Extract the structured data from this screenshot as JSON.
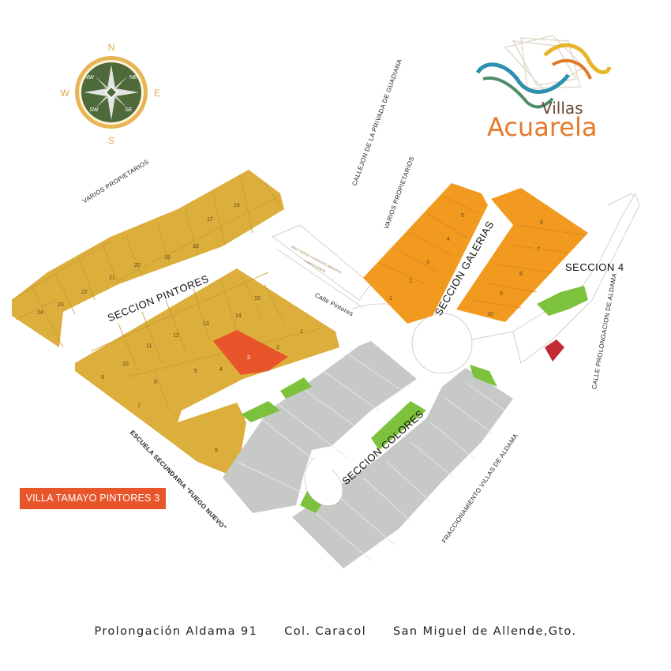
{
  "brand": {
    "line1": "Villas",
    "line2": "Acuarela"
  },
  "compass": {
    "n": "N",
    "s": "S",
    "e": "E",
    "w": "W",
    "nw": "NW",
    "ne": "NE",
    "sw": "SW",
    "se": "SE"
  },
  "sections": {
    "pintores": "SECCION PINTORES",
    "galerias": "SECCION GALERIAS",
    "colores": "SECCION COLORES",
    "cuatro": "SECCION 4"
  },
  "streets": {
    "calle_pintores": "Calle Pintores",
    "callejon": "CALLEJON DE LA PRIVADA DE GUADIANA",
    "varios1": "VARIOS PROPIETARIOS",
    "varios2": "VARIOS PROPIETARIOS",
    "escuela": "ESCUELA SECUNDARIA \"FUEGO NUEVO\"",
    "fracc": "FRACCIONAMIENTO VILLAS DE ALDAMA",
    "aldama": "CALLE PROLONGACION DE ALDAMA",
    "area_verde": "AREA VERDE Y ESPACIOS ABIERTOS",
    "area_comun": "Y AREA COMUN"
  },
  "highlight": {
    "label": "VILLA TAMAYO PINTORES 3",
    "color": "#e8552a"
  },
  "footer": {
    "address": "Prolongación Aldama 91",
    "colonia": "Col. Caracol",
    "city": "San Miguel de Allende,Gto."
  },
  "colors": {
    "pintores": "#dcae3c",
    "galerias": "#f29a1f",
    "colores": "#c7c9c7",
    "green": "#7cc23c",
    "road": "#ffffff"
  },
  "lots": {
    "pintores_north": [
      "24",
      "23",
      "22",
      "21",
      "20",
      "19",
      "18",
      "17",
      "16"
    ],
    "pintores_south_upper": [
      "15",
      "14",
      "13",
      "12",
      "11",
      "10",
      "9"
    ],
    "pintores_south_lower": [
      "1",
      "2",
      "3",
      "4",
      "5",
      "6",
      "7",
      "8"
    ],
    "galerias_west": [
      "1",
      "2",
      "3",
      "4",
      "5"
    ],
    "galerias_east": [
      "10",
      "9",
      "8",
      "7",
      "6"
    ]
  }
}
